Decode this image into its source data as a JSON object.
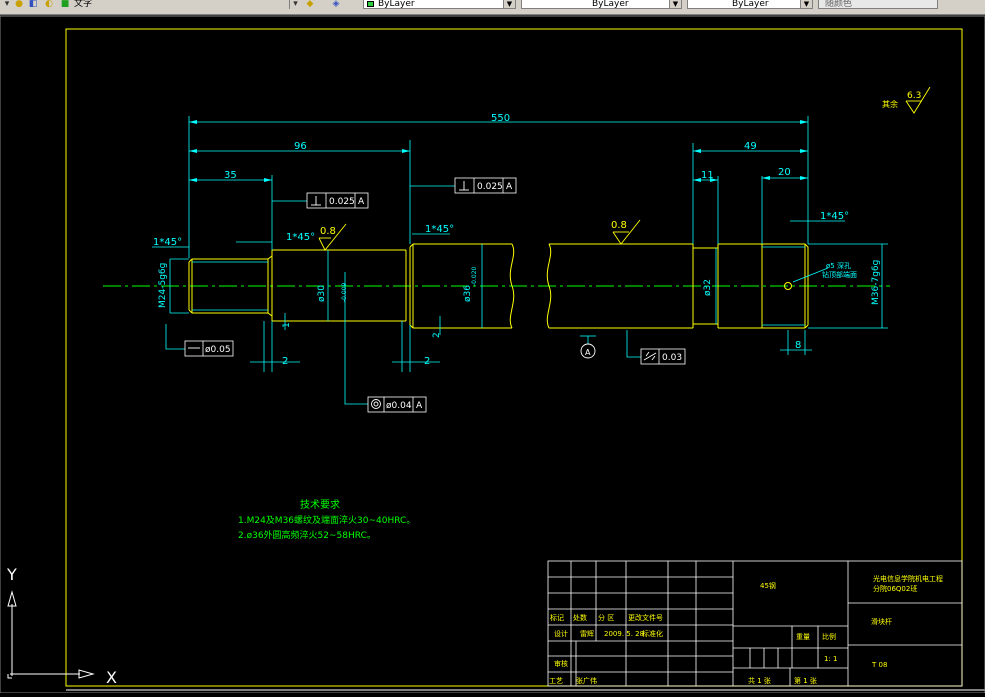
{
  "toolbar": {
    "text_style": "文字",
    "color_combo": "ByLayer",
    "linetype_combo": "ByLayer",
    "lineweight_combo": "ByLayer",
    "plotstyle_combo": "随颜色"
  },
  "drawing": {
    "dims": {
      "total_length": "550",
      "len_96": "96",
      "len_35": "35",
      "len_49": "49",
      "len_11": "11",
      "len_20": "20",
      "chamfer_1": "1*45°",
      "chamfer_2": "1*45°",
      "chamfer_3": "1*45°",
      "chamfer_4": "1*45°",
      "gap_2a": "2",
      "gap_2b": "2",
      "gap_2c": "2",
      "gap_1": "1",
      "len_8": "8",
      "thread_m24": "M24-5g6g",
      "thread_m36": "M36-7g6g",
      "dia_30": "ø30",
      "dia_30_tol": "-0.009",
      "dia_36": "ø36",
      "dia_36_tol": "-0.020",
      "dia_32": "ø32"
    },
    "tolerances": {
      "perp_left_value": "0.025",
      "perp_left_datum": "A",
      "perp_right_value": "0.025",
      "perp_right_datum": "A",
      "straightness_value": "ø0.05",
      "coaxial_value": "ø0.04",
      "coaxial_datum": "A",
      "runout_value": "0.03",
      "datum_label": "A"
    },
    "roughness": {
      "left": "0.8",
      "mid": "0.8",
      "corner_value": "6.3",
      "corner_label": "其余"
    },
    "hole_note_1": "ø5 深孔",
    "hole_note_2": "钻顶部端面",
    "notes": {
      "title": "技术要求",
      "line1": "1.M24及M36螺纹及端面淬火30~40HRC。",
      "line2": "2.ø36外圆高频淬火52~58HRC。"
    }
  },
  "title_block": {
    "material": "45钢",
    "school_1": "光电信息学院机电工程",
    "school_2": "分院06Q02班",
    "part_name": "滑块杆",
    "col_mark": "标记",
    "col_count": "处数",
    "col_zone": "分 区",
    "col_doc": "更改文件号",
    "designer_label": "设计",
    "designer_name": "雷辉",
    "design_date": "2009. 5. 28",
    "standard_label": "标准化",
    "weight_label": "重量",
    "scale_label": "比例",
    "scale_value": "1: 1",
    "review_label": "审核",
    "craft_label": "工艺",
    "craft_name": "张广伟",
    "drawing_no": "T  08",
    "total_sheets": "共 1 张",
    "sheet_no": "第 1 张"
  },
  "ucs": {
    "y_label": "Y",
    "x_label": "X"
  }
}
